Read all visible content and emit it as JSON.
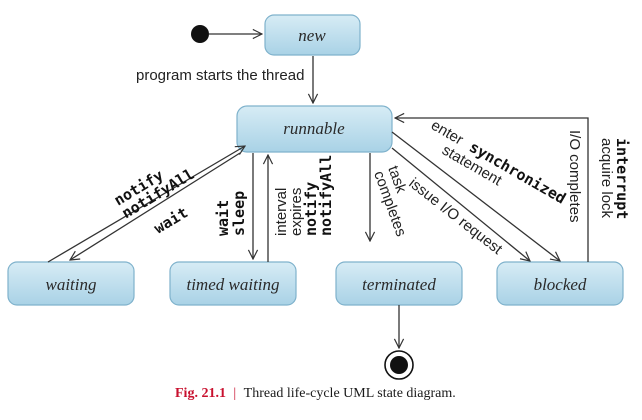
{
  "states": {
    "new": "new",
    "runnable": "runnable",
    "waiting": "waiting",
    "timed_waiting": "timed waiting",
    "terminated": "terminated",
    "blocked": "blocked"
  },
  "transitions": {
    "program_starts": "program starts the thread",
    "notify": "notify",
    "notifyAll_1": "notifyAll",
    "wait_1": "wait",
    "wait_2": "wait",
    "sleep": "sleep",
    "interval": "interval",
    "expires": "expires",
    "notify_2": "notify",
    "notifyAll_2": "notifyAll",
    "task": "task",
    "completes": "completes",
    "issue_io": "issue I/O request",
    "enter": "enter",
    "synchronized": "synchronized",
    "statement": "statement",
    "io_completes": "I/O completes",
    "acquire_lock": "acquire lock",
    "interrupt": "interrupt"
  },
  "caption": {
    "fig": "Fig. 21.1",
    "bar": "|",
    "text": "Thread life-cycle UML state diagram."
  },
  "colors": {
    "state_fill_top": "#d7ecf5",
    "state_fill_bottom": "#a9d2e6",
    "state_stroke": "#7fb2cc",
    "caption_accent": "#c8102e"
  }
}
